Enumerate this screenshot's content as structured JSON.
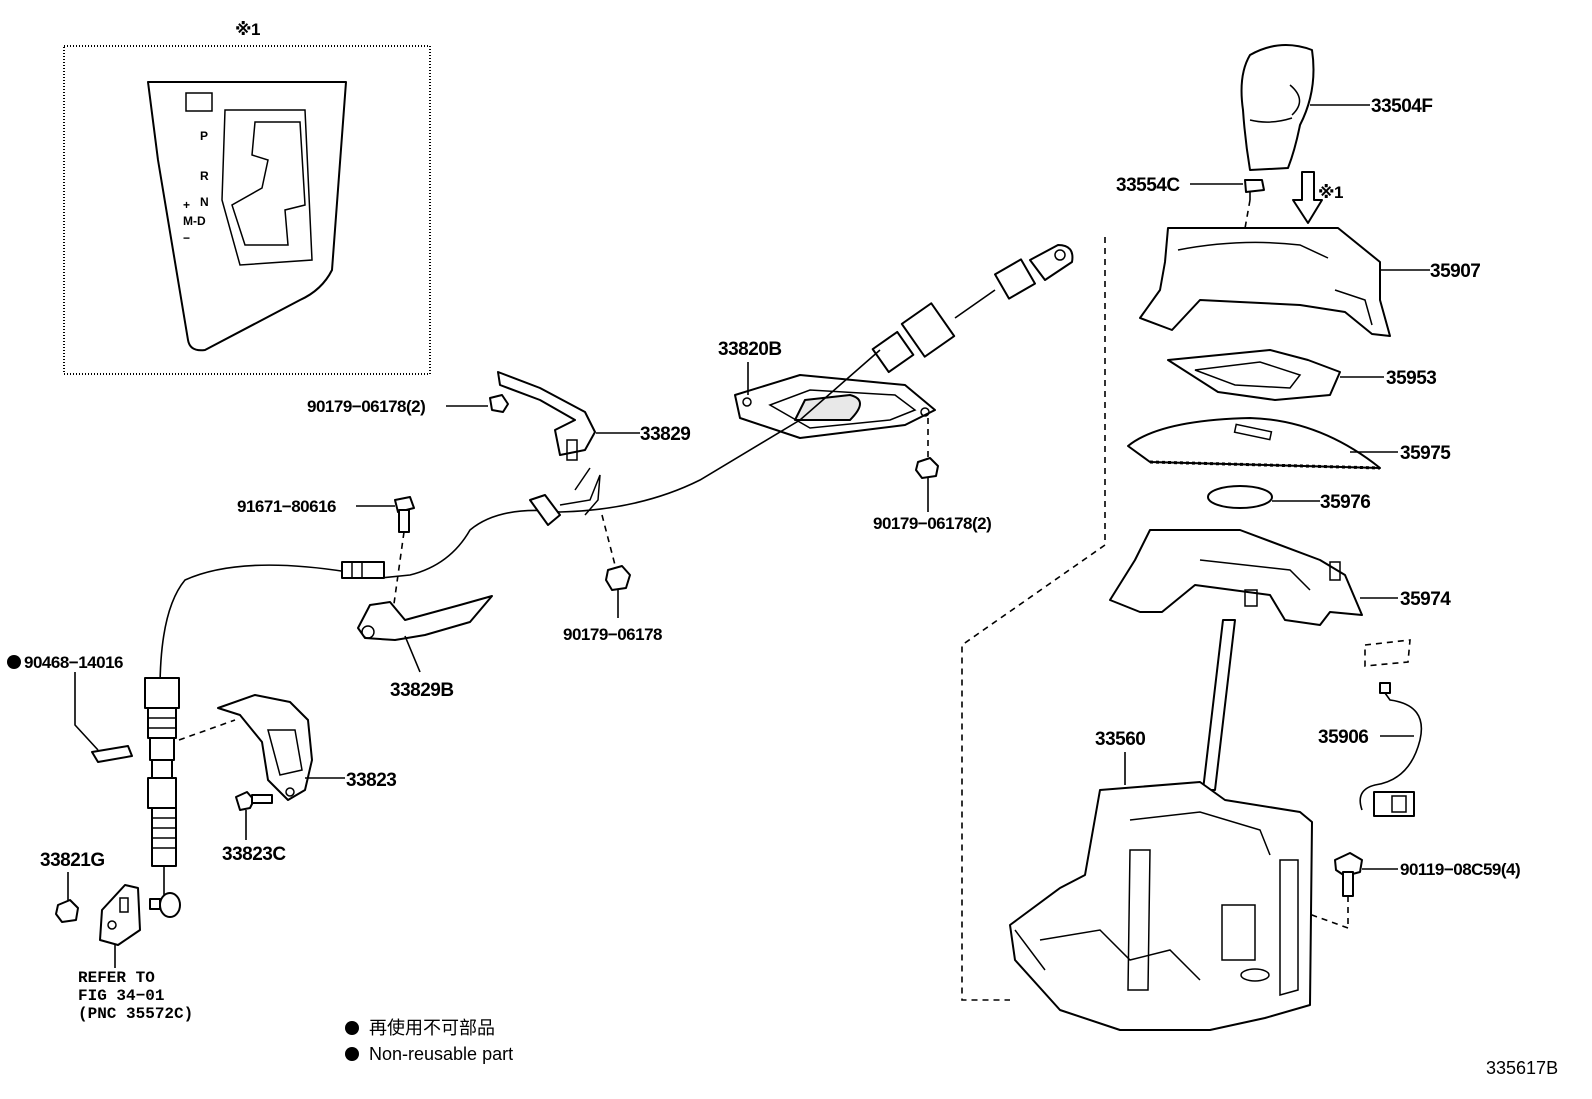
{
  "inset": {
    "marker": "※1",
    "gate_labels": {
      "p": "P",
      "r": "R",
      "n": "N",
      "d": "M-D",
      "plus": "+",
      "minus": "−"
    }
  },
  "note_marker": "※1",
  "parts": {
    "p33504F": "33504F",
    "p33554C": "33554C",
    "p35907": "35907",
    "p35953": "35953",
    "p35975": "35975",
    "p35976": "35976",
    "p35974": "35974",
    "p35906": "35906",
    "p33560": "33560",
    "p90119": "90119−08C59(4)",
    "p33820B": "33820B",
    "p90179_a": "90179−06178(2)",
    "p90179_b": "90179−06178(2)",
    "p90179_c": "90179−06178",
    "p33829": "33829",
    "p33829B": "33829B",
    "p91671": "91671−80616",
    "p90468": "90468−14016",
    "p33823": "33823",
    "p33823C": "33823C",
    "p33821G": "33821G"
  },
  "refer": {
    "line1": "REFER TO",
    "line2": "FIG 34−01",
    "line3": "(PNC 35572C)"
  },
  "legend": {
    "jp": "再使用不可部品",
    "en": "Non-reusable part",
    "bullet": "●"
  },
  "figure_id": "335617B"
}
